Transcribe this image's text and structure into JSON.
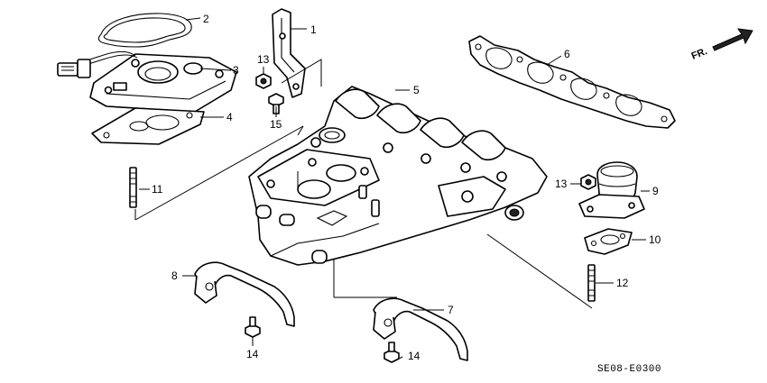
{
  "diagram": {
    "code": "SE08-E0300",
    "direction_label": "FR.",
    "callouts": [
      {
        "id": "c1",
        "label": "1"
      },
      {
        "id": "c2",
        "label": "2"
      },
      {
        "id": "c3",
        "label": "3"
      },
      {
        "id": "c4",
        "label": "4"
      },
      {
        "id": "c5",
        "label": "5"
      },
      {
        "id": "c6",
        "label": "6"
      },
      {
        "id": "c7",
        "label": "7"
      },
      {
        "id": "c8",
        "label": "8"
      },
      {
        "id": "c9",
        "label": "9"
      },
      {
        "id": "c10",
        "label": "10"
      },
      {
        "id": "c11",
        "label": "11"
      },
      {
        "id": "c12",
        "label": "12"
      },
      {
        "id": "c13a",
        "label": "13"
      },
      {
        "id": "c13b",
        "label": "13"
      },
      {
        "id": "c14a",
        "label": "14"
      },
      {
        "id": "c14b",
        "label": "14"
      },
      {
        "id": "c15",
        "label": "15"
      }
    ]
  }
}
